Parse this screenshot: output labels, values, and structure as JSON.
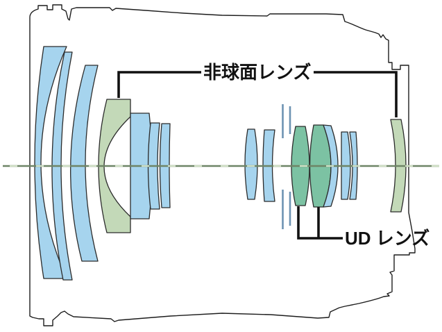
{
  "diagram": {
    "type": "lens-construction-cross-section",
    "labels": {
      "aspherical": "非球面レンズ",
      "ud": "UD レンズ"
    },
    "colors": {
      "background": "#ffffff",
      "lens-blue": "#a6d4ee",
      "lens-teal": "#7cc2a3",
      "lens-green": "#c3d9b8",
      "outline": "#2b2b2b",
      "barrel": "#1c1c1c",
      "axis": "#6e8566",
      "axis-dash": "#cfdfc4",
      "aperture": "#6d93b2",
      "callout": "#111111",
      "text": "#111111"
    },
    "components": {
      "front_group_elements": 7,
      "middle_group_elements": 7,
      "rear_elements": 1,
      "aspherical_elements_marked": 2,
      "ud_elements_marked": 2
    }
  }
}
